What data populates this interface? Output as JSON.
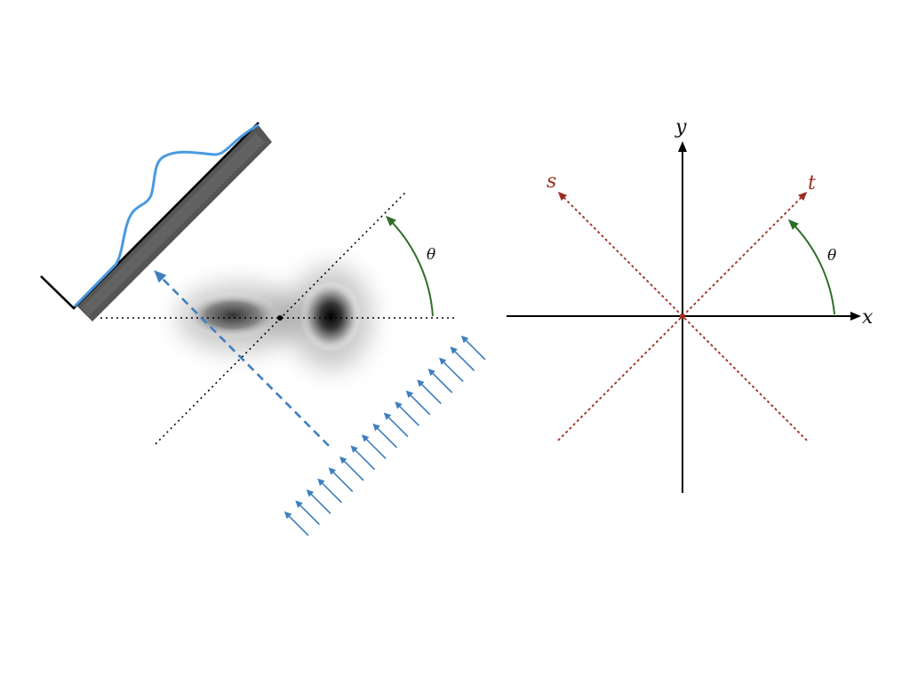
{
  "left_panel": {
    "angle_label": "θ"
  },
  "right_panel": {
    "x_axis_label": "x",
    "y_axis_label": "y",
    "s_axis_label": "s",
    "t_axis_label": "t",
    "angle_label": "θ"
  },
  "colors": {
    "beam": "#3f7fbf",
    "projection_profile": "#4a9ae0",
    "rotated_axes": "#9b2d1f",
    "angle_arc": "#2f6e2a",
    "detector_bar": "#555555",
    "axes": "#000000"
  },
  "icons": [
    "ray-arrow-icon"
  ]
}
